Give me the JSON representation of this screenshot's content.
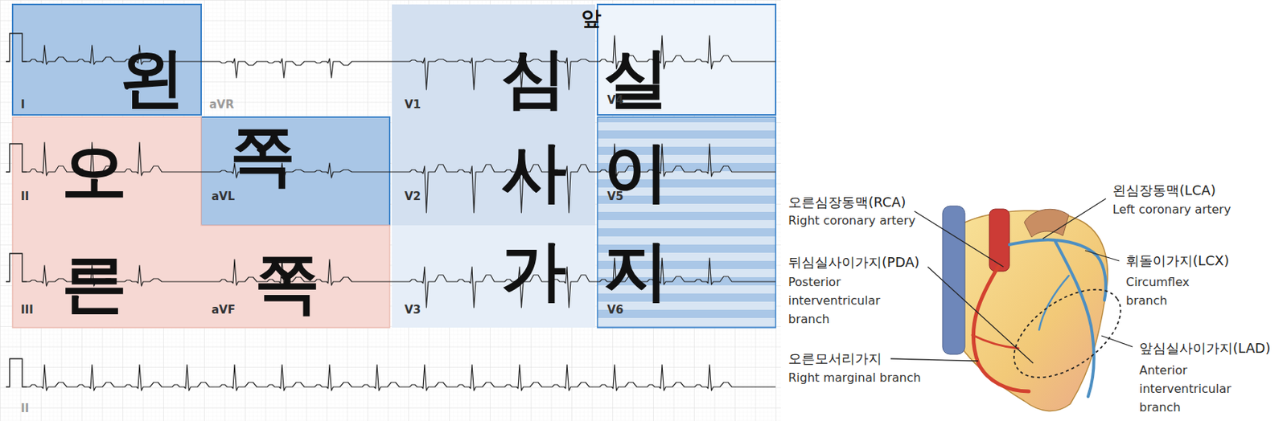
{
  "diagram": {
    "labels": [
      "왼",
      "쪽",
      "오",
      "른",
      "쪽",
      "앞",
      "심",
      "실",
      "사",
      "이",
      "가",
      "지",
      "I",
      "aVR",
      "V1",
      "V4",
      "II",
      "aVL",
      "V2",
      "V5",
      "III",
      "aVF",
      "V3",
      "V6",
      "II",
      "오른심장동맥(RCA)",
      "Right coronary artery",
      "왼심장동맥(LCA)",
      "Left coronary artery",
      "뒤심실사이가지(PDA)",
      "Posterior interventricular branch",
      "휘돌이가지(LCX)",
      "Circumflex branch",
      "오른모서리가지",
      "Right marginal branch",
      "앞심실사이가지(LAD)",
      "Anterior interventricular branch"
    ]
  }
}
